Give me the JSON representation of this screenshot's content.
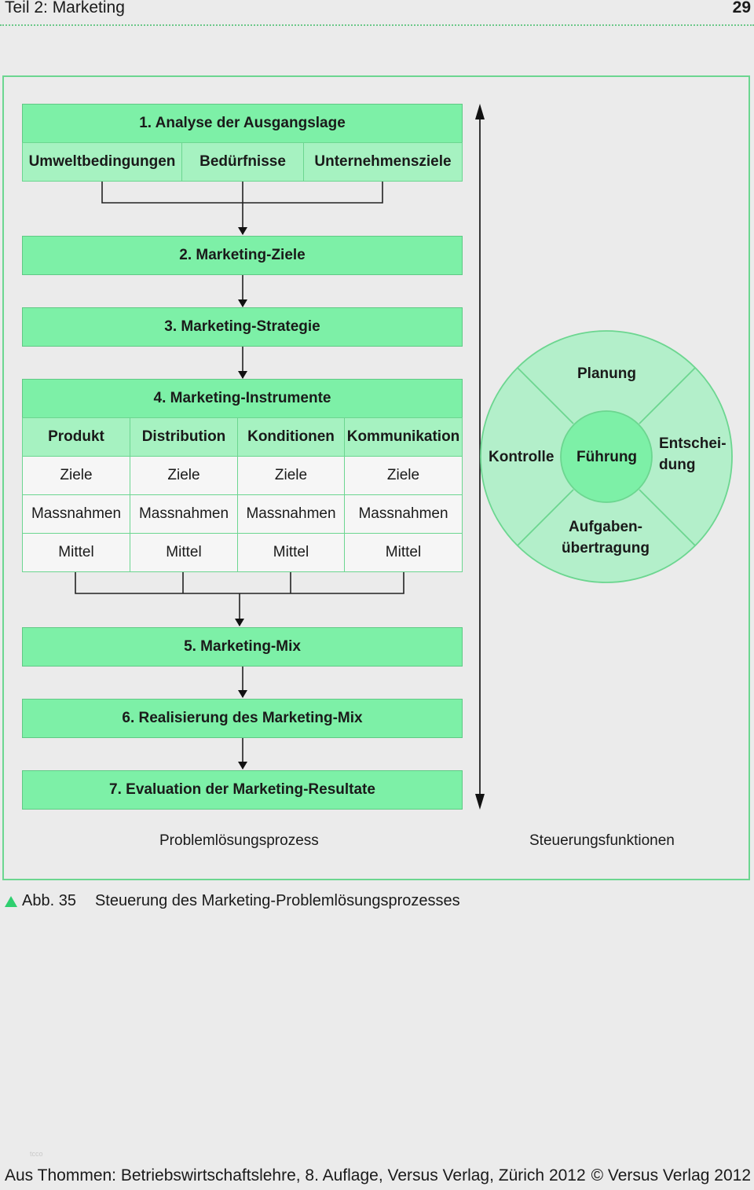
{
  "header": {
    "chapter": "Teil 2: Marketing",
    "page_number": "29"
  },
  "diagram": {
    "analysis": {
      "title": "1. Analyse der Ausgangslage",
      "parts": [
        "Umweltbedingungen",
        "Bedürfnisse",
        "Unternehmensziele"
      ]
    },
    "goals": "2. Marketing-Ziele",
    "strategy": "3. Marketing-Strategie",
    "instruments": {
      "title": "4. Marketing-Instrumente",
      "columns": [
        "Produkt",
        "Distribution",
        "Konditionen",
        "Kommunikation"
      ],
      "rows": [
        [
          "Ziele",
          "Ziele",
          "Ziele",
          "Ziele"
        ],
        [
          "Massnahmen",
          "Massnahmen",
          "Massnahmen",
          "Massnahmen"
        ],
        [
          "Mittel",
          "Mittel",
          "Mittel",
          "Mittel"
        ]
      ]
    },
    "mix": "5. Marketing-Mix",
    "realization": "6. Realisierung des Marketing-Mix",
    "evaluation": "7. Evaluation der Marketing-Resultate",
    "left_caption": "Problemlösungsprozess",
    "control_cycle": {
      "top": "Planung",
      "right_line1": "Entschei-",
      "right_line2": "dung",
      "bottom_line1": "Aufgaben-",
      "bottom_line2": "übertragung",
      "left": "Kontrolle",
      "center": "Führung"
    },
    "right_caption": "Steuerungsfunktionen",
    "colors": {
      "bar": "#7df0a7",
      "light": "#a6f2c1",
      "border": "#60c985"
    }
  },
  "figure": {
    "number": "Abb. 35",
    "title": "Steuerung des Marketing-Problemlösungsprozesses"
  },
  "footer": {
    "source": "Aus Thommen: Betriebswirtschaftslehre, 8. Auflage, Versus Verlag, Zürich 2012",
    "copyright": "© Versus Verlag 2012"
  },
  "watermark": "tcco"
}
